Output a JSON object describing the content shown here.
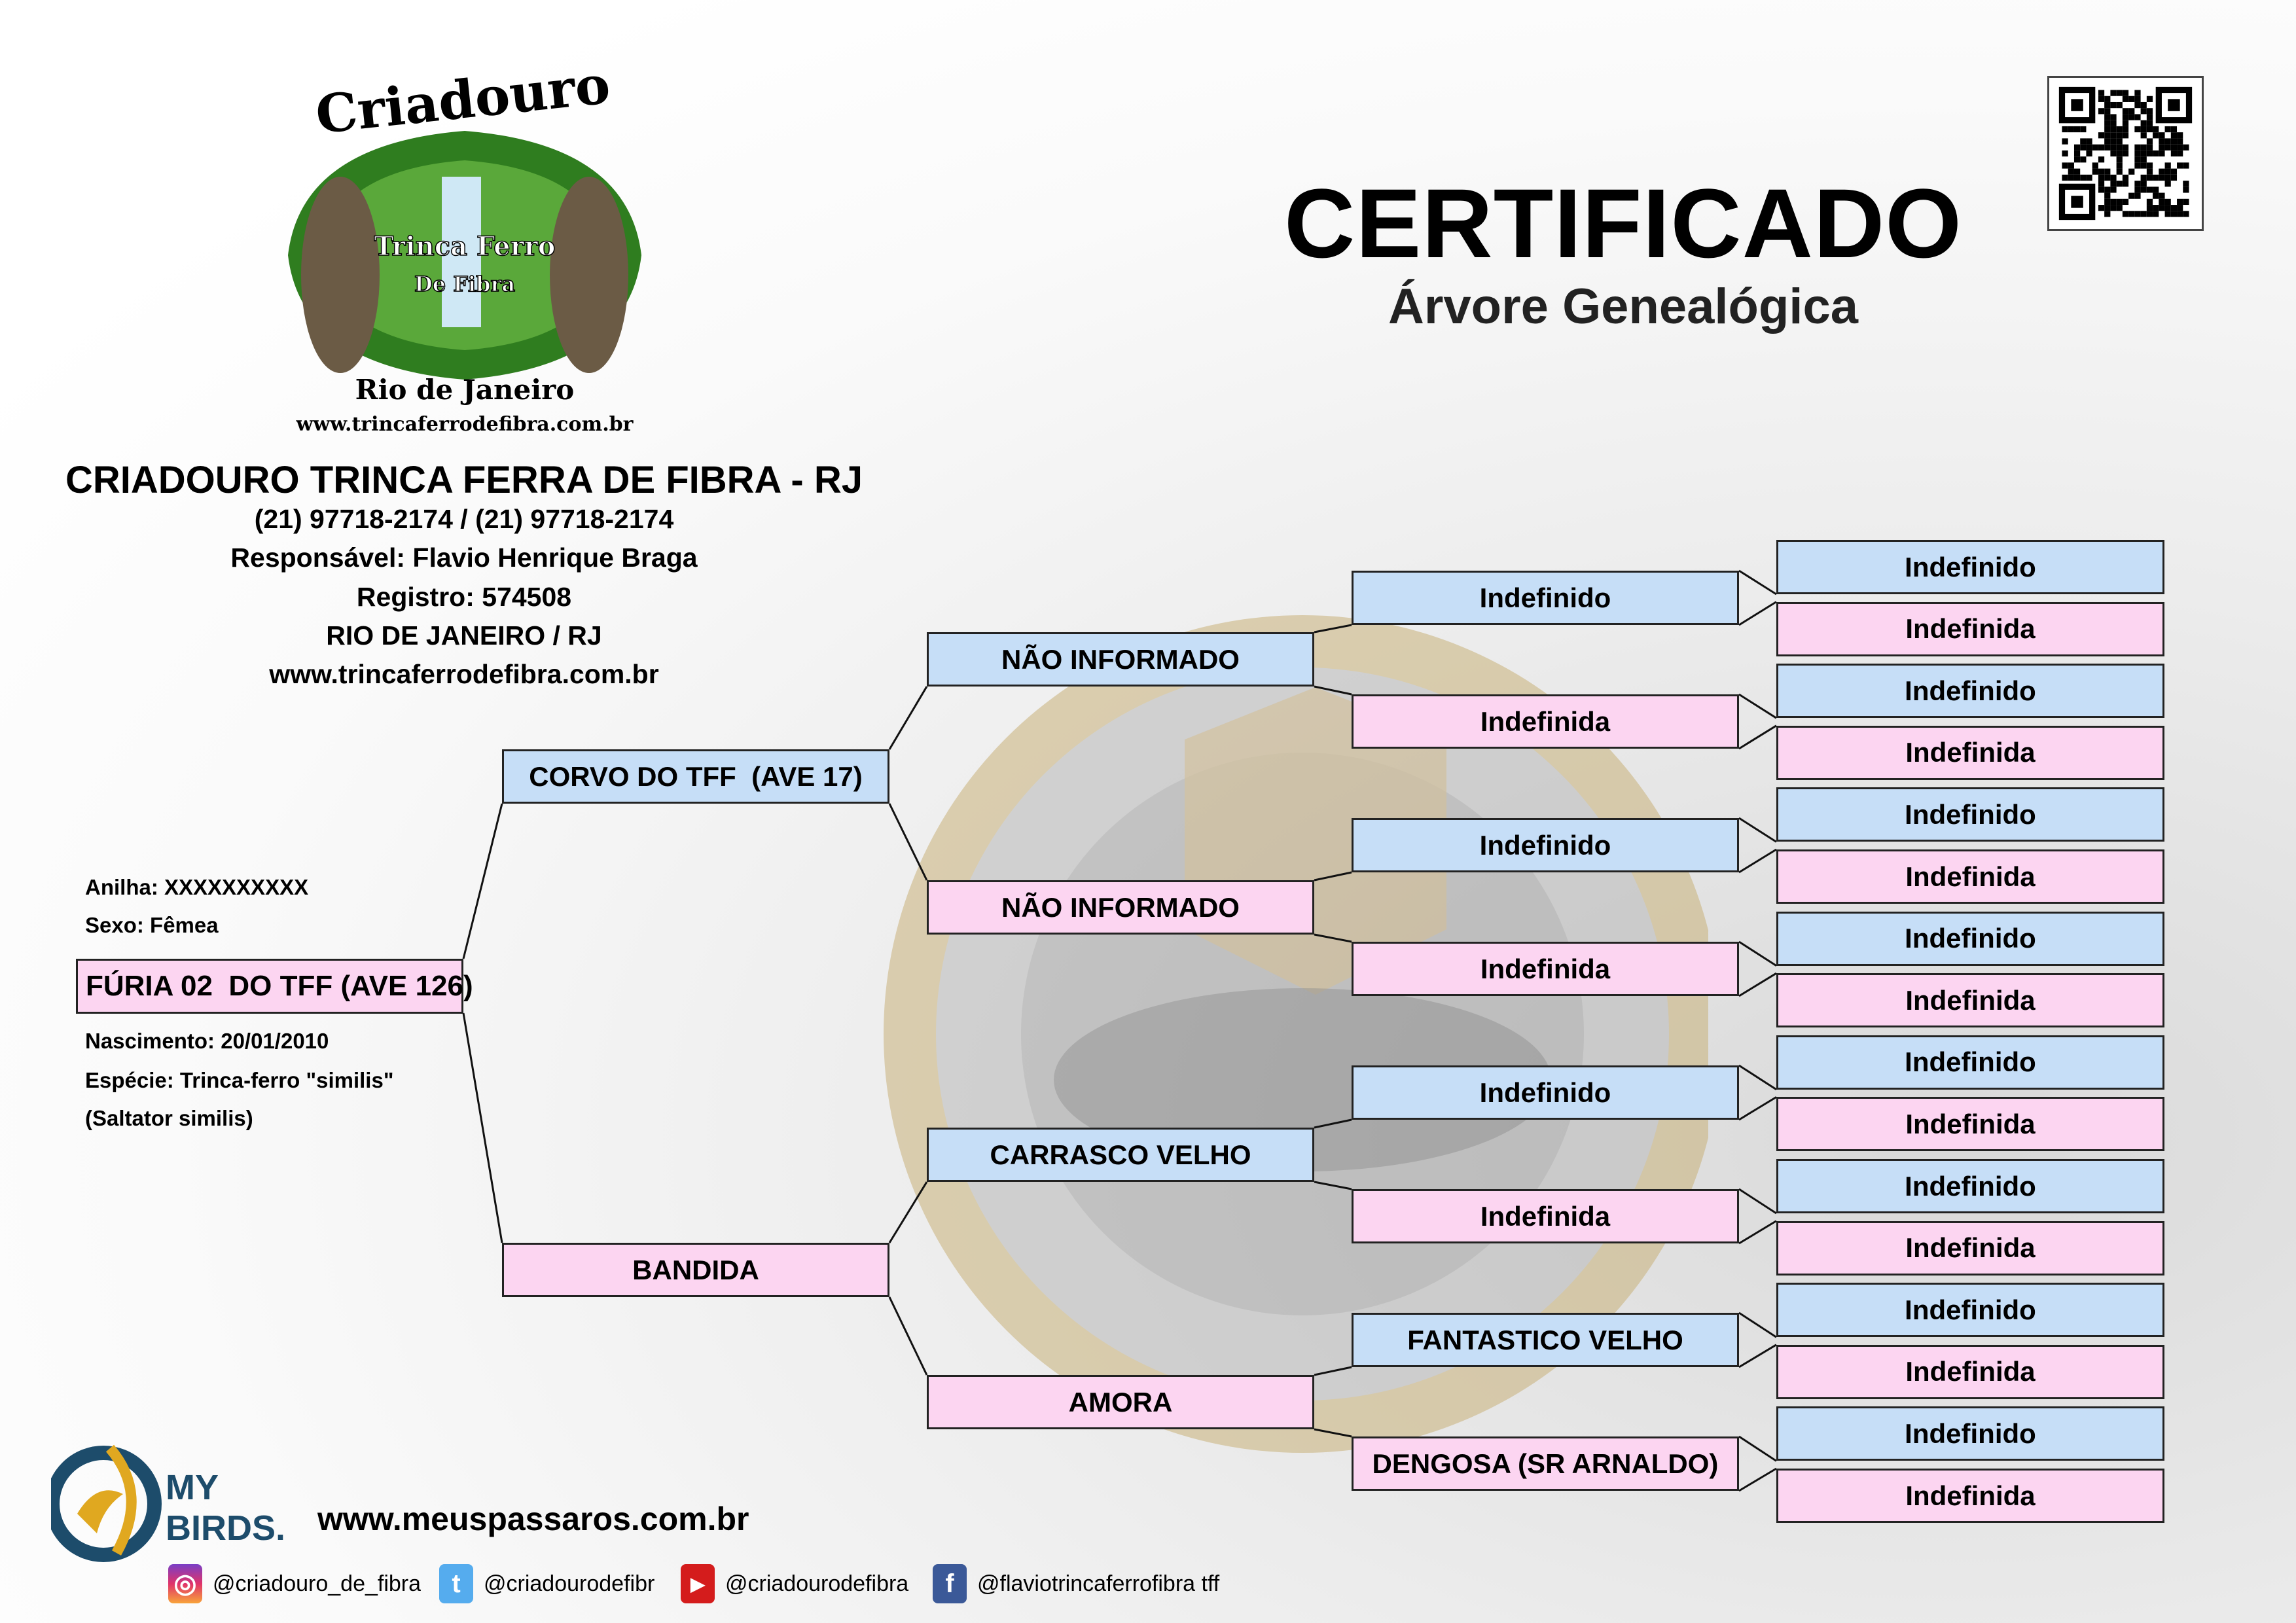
{
  "header": {
    "title": "CERTIFICADO",
    "subtitle": "Árvore Genealógica",
    "logo_text": [
      "Criadouro",
      "Trinca Ferro",
      "De Fibra",
      "Rio de Janeiro",
      "www.trincaferrodefibra.com.br"
    ]
  },
  "breeder": {
    "name": "CRIADOURO TRINCA FERRA DE FIBRA - RJ",
    "phone": "(21) 97718-2174 / (21) 97718-2174",
    "responsible": "Responsável: Flavio Henrique Braga",
    "registry": "Registro: 574508",
    "location": "RIO DE JANEIRO / RJ",
    "website": "www.trincaferrodefibra.com.br"
  },
  "bird": {
    "name": "FÚRIA 02  DO TFF (AVE 126)",
    "ring": "Anilha: XXXXXXXXXX",
    "sex": "Sexo: Fêmea",
    "birth": "Nascimento: 20/01/2010",
    "species": "Espécie: Trinca-ferro \"similis\"",
    "species_latin": "(Saltator similis)"
  },
  "pedigree": {
    "parents": [
      "CORVO DO TFF  (AVE 17)",
      "BANDIDA"
    ],
    "grandparents": [
      "NÃO INFORMADO",
      "NÃO INFORMADO",
      "CARRASCO VELHO",
      "AMORA"
    ],
    "great_grandparents": [
      "Indefinido",
      "Indefinida",
      "Indefinido",
      "Indefinida",
      "Indefinido",
      "Indefinida",
      "FANTASTICO VELHO",
      "DENGOSA (SR ARNALDO)"
    ],
    "great_great_grandparents": [
      "Indefinido",
      "Indefinida",
      "Indefinido",
      "Indefinida",
      "Indefinido",
      "Indefinida",
      "Indefinido",
      "Indefinida",
      "Indefinido",
      "Indefinida",
      "Indefinido",
      "Indefinida",
      "Indefinido",
      "Indefinida",
      "Indefinido",
      "Indefinida"
    ]
  },
  "colors": {
    "male": "#c6def7",
    "female": "#fcd5f1"
  },
  "footer": {
    "brand": [
      "MY",
      "BIRDS."
    ],
    "website": "www.meuspassaros.com.br",
    "social": [
      {
        "icon": "instagram-icon",
        "handle": "@criadouro_de_fibra",
        "color": "#d6307a"
      },
      {
        "icon": "twitter-icon",
        "handle": "@criadourodefibr",
        "color": "#55acee"
      },
      {
        "icon": "youtube-icon",
        "handle": "@criadourodefibra",
        "color": "#d41c1c"
      },
      {
        "icon": "facebook-icon",
        "handle": "@flaviotrincaferrofibra tff",
        "color": "#3b5998"
      }
    ]
  }
}
